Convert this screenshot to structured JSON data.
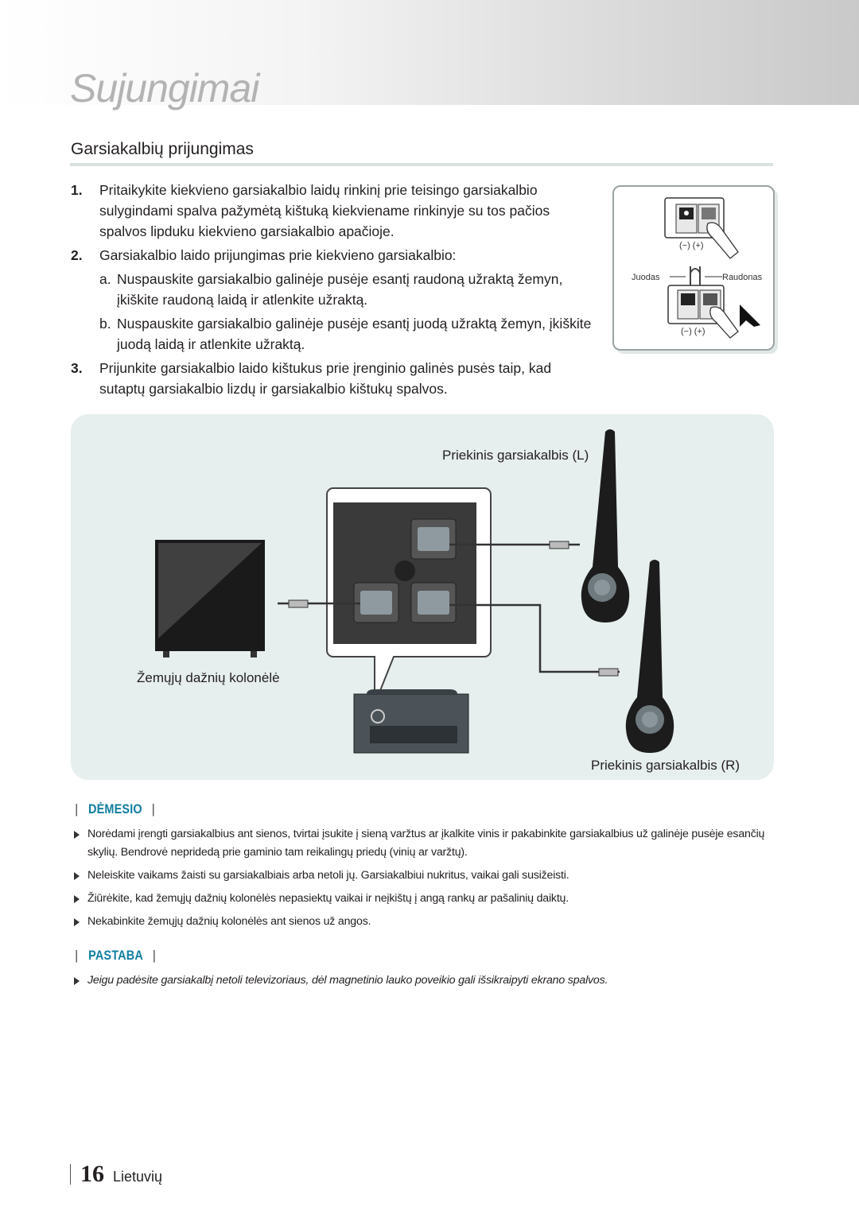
{
  "header": {
    "chapter_title": "Sujungimai"
  },
  "section": {
    "title": "Garsiakalbių prijungimas"
  },
  "steps": [
    {
      "num": "1.",
      "text": "Pritaikykite kiekvieno garsiakalbio laidų rinkinį prie teisingo garsiakalbio sulygindami spalva pažymėtą kištuką kiekviename rinkinyje su tos pačios spalvos lipduku kiekvieno garsiakalbio apačioje."
    },
    {
      "num": "2.",
      "text": "Garsiakalbio laido prijungimas prie kiekvieno garsiakalbio:"
    },
    {
      "num": "a.",
      "text": "Nuspauskite garsiakalbio galinėje pusėje esantį raudoną užraktą žemyn, įkiškite raudoną laidą ir atlenkite užraktą."
    },
    {
      "num": "b.",
      "text": "Nuspauskite garsiakalbio galinėje pusėje esantį juodą užraktą žemyn, įkiškite juodą laidą ir atlenkite užraktą."
    },
    {
      "num": "3.",
      "text": "Prijunkite garsiakalbio laido kištukus prie įrenginio galinės pusės taip, kad sutaptų garsiakalbio lizdų ir garsiakalbio kištukų spalvos."
    }
  ],
  "inset": {
    "polarity_top": "(−) (+)",
    "polarity_bottom": "(−) (+)",
    "label_black": "Juodas",
    "label_red": "Raudonas"
  },
  "diagram": {
    "front_left": "Priekinis garsiakalbis (L)",
    "subwoofer": "Žemųjų dažnių kolonėlė",
    "front_right": "Priekinis garsiakalbis (R)"
  },
  "caution": {
    "heading": "DĖMESIO",
    "items": [
      "Norėdami įrengti garsiakalbius ant sienos, tvirtai įsukite į sieną varžtus ar įkalkite vinis ir pakabinkite garsiakalbius už galinėje pusėje esančių skylių. Bendrovė nepridedą prie gaminio tam reikalingų priedų (vinių ar varžtų).",
      "Neleiskite vaikams žaisti su garsiakalbiais arba netoli jų. Garsiakalbiui nukritus, vaikai gali susižeisti.",
      "Žiūrėkite, kad žemųjų dažnių kolonėlės nepasiektų vaikai ir neįkištų į angą rankų ar pašalinių daiktų.",
      "Nekabinkite žemųjų dažnių kolonėlės ant sienos už angos."
    ]
  },
  "note": {
    "heading": "PASTABA",
    "items": [
      "Jeigu padėsite garsiakalbį netoli televizoriaus, dėl magnetinio lauko poveikio gali išsikraipyti ekrano spalvos."
    ]
  },
  "footer": {
    "page_number": "16",
    "language": "Lietuvių"
  }
}
